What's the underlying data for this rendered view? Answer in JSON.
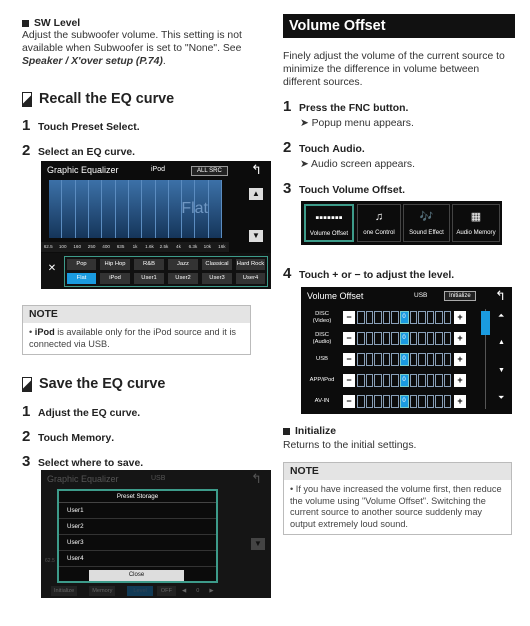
{
  "sw_level": {
    "heading": "SW Level",
    "text_before": "Adjust the subwoofer volume. This setting is not available when Subwoofer is set to \"None\". See ",
    "link": "Speaker / X'over setup (P.74)",
    "text_after": "."
  },
  "recall": {
    "heading": "Recall the EQ curve",
    "step1_num": "1",
    "step1_a": "Touch ",
    "step1_b": "Preset Select",
    "step1_c": ".",
    "step2_num": "2",
    "step2": "Select an EQ curve."
  },
  "graphic_eq": {
    "title": "Graphic Equalizer",
    "source": "iPod",
    "all_src": "ALL SRC",
    "back": "↰",
    "flat_label": "Flat",
    "freqs": [
      "62.5",
      "100",
      "160",
      "250",
      "400",
      "635",
      "1k",
      "1.6k",
      "2.5k",
      "4k",
      "6.3k",
      "10k",
      "16k"
    ],
    "presets_row1": [
      "Pop",
      "Hip Hop",
      "R&B",
      "Jazz",
      "Classical",
      "Hard Rock"
    ],
    "presets_row2": [
      "Flat",
      "iPod",
      "User1",
      "User2",
      "User3",
      "User4"
    ],
    "close": "✕"
  },
  "note1": {
    "heading": "NOTE",
    "bullet": "•",
    "bold": "iPod",
    "text": " is available only for the iPod source and it is connected via USB."
  },
  "save": {
    "heading": "Save the EQ curve",
    "step1_num": "1",
    "step1": "Adjust the EQ curve.",
    "step2_num": "2",
    "step2_a": "Touch ",
    "step2_b": "Memory",
    "step2_c": ".",
    "step3_num": "3",
    "step3": "Select where to save."
  },
  "storage_screen": {
    "title": "Graphic Equalizer",
    "source": "USB",
    "back": "↰",
    "dialog_title": "Preset Storage",
    "items": [
      "User1",
      "User2",
      "User3",
      "User4"
    ],
    "close": "Close",
    "bottom": [
      "Initialize",
      "Memory",
      "Level",
      "OFF"
    ],
    "bottom_level_value": "0",
    "dim_label": "62.5"
  },
  "volume_offset": {
    "heading": "Volume Offset",
    "intro": "Finely adjust the volume of the current source to minimize the difference in volume between different sources.",
    "step1_num": "1",
    "step1_a": "Press the ",
    "step1_b": "FNC",
    "step1_c": " button.",
    "step1_sub": "➤ Popup menu appears.",
    "step2_num": "2",
    "step2_a": "Touch ",
    "step2_b": "Audio",
    "step2_c": ".",
    "step2_sub": "➤ Audio screen appears.",
    "step3_num": "3",
    "step3_a": "Touch ",
    "step3_b": "Volume Offset",
    "step3_c": ".",
    "step4_num": "4",
    "step4": "Touch + or − to adjust the level."
  },
  "audio_tiles": [
    "Volume Offset",
    "one Control",
    "Sound Effect",
    "Audio Memory"
  ],
  "vo_screen": {
    "title": "Volume Offset",
    "source": "USB",
    "initialize": "Initialize",
    "back": "↰",
    "rows": [
      {
        "label": "DISC\n(Video)",
        "value": "0"
      },
      {
        "label": "DISC\n(Audio)",
        "value": "0"
      },
      {
        "label": "USB",
        "value": "0"
      },
      {
        "label": "APP/iPod",
        "value": "0"
      },
      {
        "label": "AV-IN",
        "value": "0"
      }
    ],
    "minus": "−",
    "plus": "+"
  },
  "initialize": {
    "heading": "Initialize",
    "text": "Returns to the initial settings."
  },
  "note2": {
    "heading": "NOTE",
    "text": "• If you have increased the volume first, then reduce the volume using \"Volume Offset\". Switching the current source to another source suddenly may output extremely loud sound."
  },
  "colors": {
    "accent": "#111111",
    "selected": "#1a9be0",
    "teal": "#3d9b8a"
  }
}
